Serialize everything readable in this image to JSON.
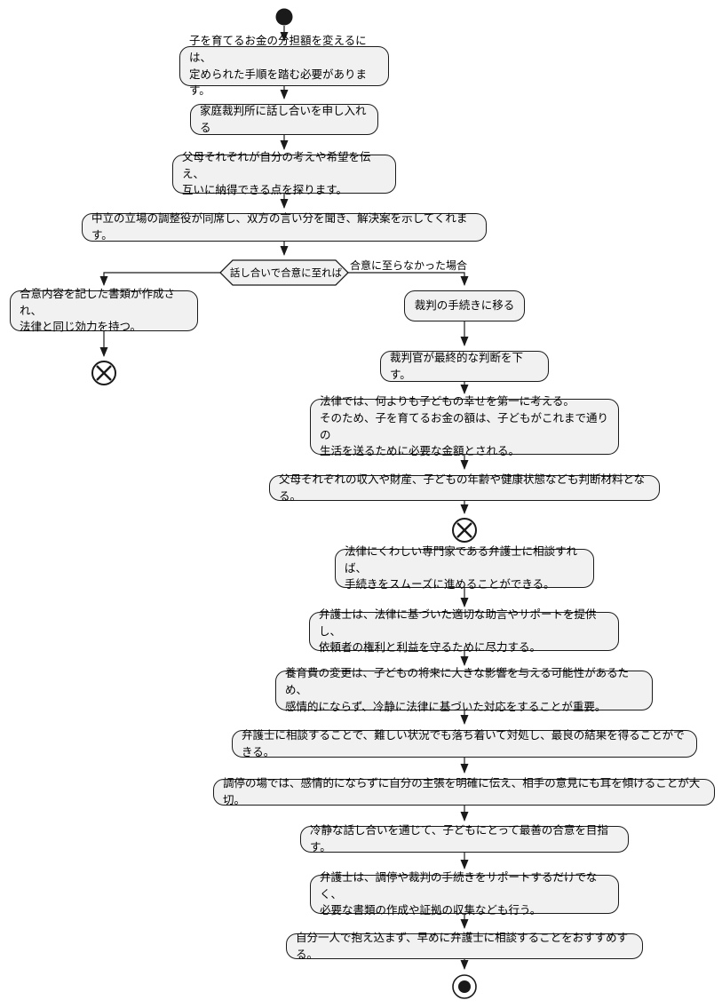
{
  "diagram": {
    "type": "activity-flowchart",
    "language": "ja",
    "colors": {
      "background": "#ffffff",
      "node_fill": "#f1f1f1",
      "node_border": "#1a1a1a",
      "line": "#1a1a1a",
      "text": "#000000"
    },
    "terminators": {
      "start": "start-filled-circle",
      "flow_end": "circled-x",
      "final": "bullseye-circle"
    }
  },
  "nodes": {
    "n1": {
      "text": "子を育てるお金の分担額を変えるには、\n定められた手順を踏む必要があります。"
    },
    "n2": {
      "text": "家庭裁判所に話し合いを申し入れる"
    },
    "n3": {
      "text": "父母それぞれが自分の考えや希望を伝え、\n互いに納得できる点を探ります。"
    },
    "n4": {
      "text": "中立の立場の調整役が同席し、双方の言い分を聞き、解決案を示してくれます。"
    },
    "n5": {
      "text": "合意内容を記した書類が作成され、\n法律と同じ効力を持つ。"
    },
    "n6": {
      "text": "裁判の手続きに移る"
    },
    "n7": {
      "text": "裁判官が最終的な判断を下す。"
    },
    "n8": {
      "text": "法律では、何よりも子どもの幸せを第一に考える。\nそのため、子を育てるお金の額は、子どもがこれまで通りの\n生活を送るために必要な金額とされる。"
    },
    "n9": {
      "text": "父母それぞれの収入や財産、子どもの年齢や健康状態なども判断材料となる。"
    },
    "n10": {
      "text": "法律にくわしい専門家である弁護士に相談すれば、\n手続きをスムーズに進めることができる。"
    },
    "n11": {
      "text": "弁護士は、法律に基づいた適切な助言やサポートを提供し、\n依頼者の権利と利益を守るために尽力する。"
    },
    "n12": {
      "text": "養育費の変更は、子どもの将来に大きな影響を与える可能性があるため、\n感情的にならず、冷静に法律に基づいた対応をすることが重要。"
    },
    "n13": {
      "text": "弁護士に相談することで、難しい状況でも落ち着いて対処し、最良の結果を得ることができる。"
    },
    "n14": {
      "text": "調停の場では、感情的にならずに自分の主張を明確に伝え、相手の意見にも耳を傾けることが大切。"
    },
    "n15": {
      "text": "冷静な話し合いを通じて、子どもにとって最善の合意を目指す。"
    },
    "n16": {
      "text": "弁護士は、調停や裁判の手続きをサポートするだけでなく、\n必要な書類の作成や証拠の収集なども行う。"
    },
    "n17": {
      "text": "自分一人で抱え込まず、早めに弁護士に相談することをおすすめする。"
    }
  },
  "decision": {
    "condition": "話し合いで合意に至れば",
    "else_label": "合意に至らなかった場合"
  }
}
